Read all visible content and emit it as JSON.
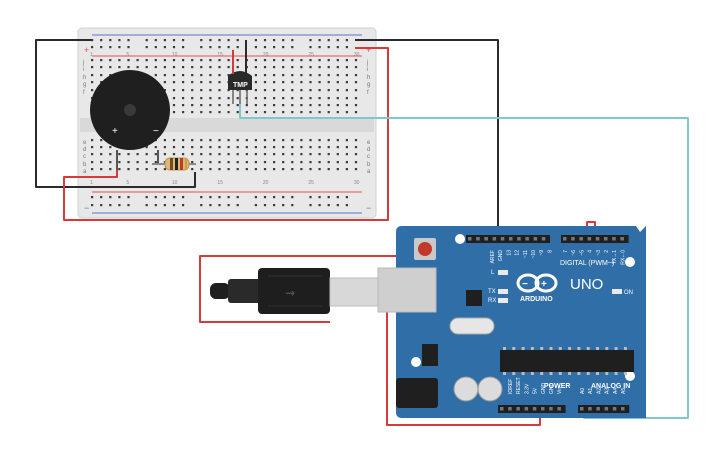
{
  "colors": {
    "wire_red": "#d63a3a",
    "wire_black": "#2b2b2b",
    "wire_cyan": "#7ec8d0",
    "breadboard": "#e6e6e6",
    "arduino_blue": "#2f6ea6",
    "arduino_dark": "#24577f",
    "rail_red": "#e05050",
    "rail_blue": "#5577cc"
  },
  "breadboard": {
    "rows_left": [
      "j",
      "i",
      "h",
      "g",
      "f",
      "e",
      "d",
      "c",
      "b",
      "a"
    ],
    "col_marks": [
      "1",
      "5",
      "10",
      "15",
      "20",
      "25",
      "30"
    ],
    "plus": "+",
    "minus": "−"
  },
  "sensor": {
    "label": "TMP"
  },
  "buzzer": {
    "plus": "+",
    "minus": "−"
  },
  "arduino": {
    "brand": "ARDUINO",
    "model": "UNO",
    "digital_label": "DIGITAL (PWM~)",
    "digital_pins_left": [
      "AREF",
      "GND",
      "13",
      "12",
      "~11",
      "~10",
      "~9",
      "8"
    ],
    "digital_pins_right": [
      "7",
      "~6",
      "~5",
      "4",
      "~3",
      "2",
      "TX→1",
      "RX←0"
    ],
    "power_label": "POWER",
    "power_pins": [
      "IOREF",
      "RESET",
      "3.3V",
      "5V",
      "GND",
      "GND",
      "Vin"
    ],
    "analog_label": "ANALOG IN",
    "analog_pins": [
      "A0",
      "A1",
      "A2",
      "A3",
      "A4",
      "A5"
    ],
    "led_l": "L",
    "led_tx": "TX",
    "led_rx": "RX",
    "led_on": "ON"
  }
}
